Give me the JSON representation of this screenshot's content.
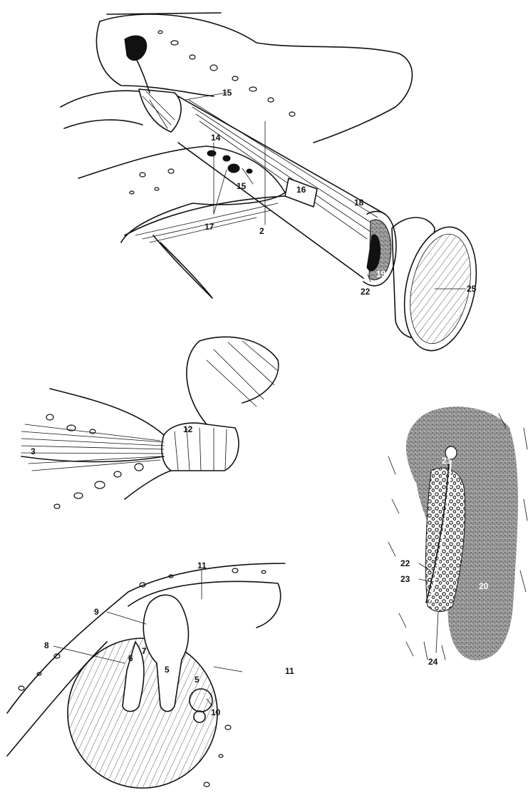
{
  "figure_a": {
    "labels": [
      "15",
      "14",
      "15",
      "16",
      "18",
      "17",
      "2",
      "22",
      "25",
      "19"
    ]
  },
  "figure_b": {
    "labels": [
      "12",
      "3"
    ]
  },
  "figure_c": {
    "labels": [
      "11",
      "9",
      "8",
      "7",
      "6",
      "5",
      "5",
      "11",
      "10"
    ]
  },
  "figure_d": {
    "labels": [
      "21",
      "22",
      "23",
      "20",
      "24"
    ]
  },
  "colors": {
    "ink": "#111111",
    "paper": "#ffffff",
    "stipple": "#7a7a7a"
  }
}
